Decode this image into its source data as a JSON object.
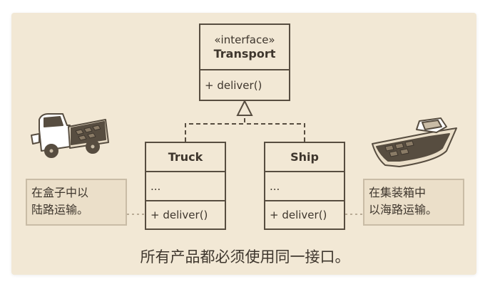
{
  "interface_box": {
    "stereotype": "«interface»",
    "name": "Transport",
    "method": "+ deliver()"
  },
  "truck_box": {
    "name": "Truck",
    "fields": "...",
    "method": "+ deliver()"
  },
  "ship_box": {
    "name": "Ship",
    "fields": "...",
    "method": "+ deliver()"
  },
  "truck_note": {
    "line1": "在盒子中以",
    "line2": "陆路运输。"
  },
  "ship_note": {
    "line1": "在集装箱中",
    "line2": "以海路运输。"
  },
  "caption": "所有产品都必须使用同一接口。",
  "colors": {
    "background": "#f2e8d5",
    "stroke": "#574d40",
    "note_fill": "#ebdfc9",
    "text": "#3e362d"
  },
  "icons": [
    "truck-illustration",
    "ship-illustration"
  ]
}
